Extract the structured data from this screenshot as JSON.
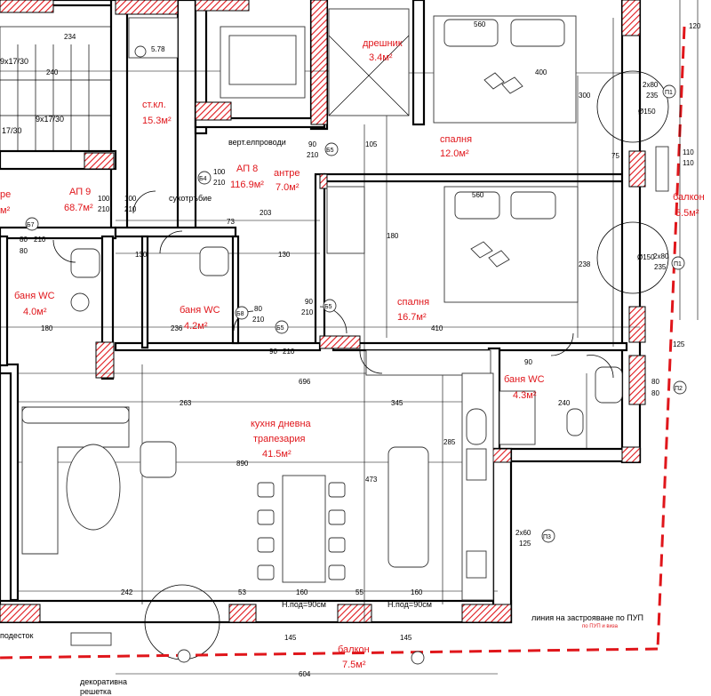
{
  "colors": {
    "room_label": "#e0161b",
    "wall_fill": "#ffffff",
    "column_hatch": "#e0161b",
    "boundary_line": "#e0161b"
  },
  "rooms": {
    "bedroom_top": {
      "name": "спалня",
      "area": "12.0м²"
    },
    "closet": {
      "name": "дрешник",
      "area": "3.4м²"
    },
    "antre": {
      "name": "антре",
      "area": "7.0м²"
    },
    "ap8": {
      "name": "АП 8",
      "area": "116.9м²"
    },
    "ap9": {
      "name": "АП 9",
      "area": "68.7м²"
    },
    "stair": {
      "name": "ст.кл.",
      "area": "15.3м²"
    },
    "bath_left": {
      "name": "баня WC",
      "area": "4.0м²"
    },
    "bath_mid": {
      "name": "баня WC",
      "area": "4.2м²"
    },
    "bedroom_mid": {
      "name": "спалня",
      "area": "16.7м²"
    },
    "bath_right": {
      "name": "баня WC",
      "area": "4.3м²"
    },
    "living": {
      "name_line1": "кухня дневна",
      "name_line2": "трапезария",
      "area": "41.5м²"
    },
    "balcony_right": {
      "name": "балкон",
      "area": "5.5м²"
    },
    "balcony_bottom": {
      "name": "балкон",
      "area": "7.5м²"
    },
    "left_cut": {
      "name": "ре",
      "area": "м²"
    }
  },
  "notes": {
    "vert_cables": "верт.елпроводи",
    "dry_riser": "сухотръбие",
    "building_line": "линия на застрояване по ПУП",
    "building_line_sub": "по ПУП и виза",
    "landing": "подесток",
    "railing_1": "декоративна",
    "railing_2": "решетка",
    "sill_1": "Н.под=90см",
    "sill_2": "Н.под=90см",
    "stair_1": "9x17/30",
    "stair_2": "9x17/30",
    "stair_3": "17/30"
  },
  "openings": {
    "p1_top": {
      "size": "2x80",
      "h": "235",
      "tag": "П1"
    },
    "p1_mid": {
      "size": "2x80",
      "h": "235",
      "tag": "П1"
    },
    "p2": {
      "size": "80",
      "h": "80",
      "tag": "П2"
    },
    "p3": {
      "size": "2x60",
      "h": "125",
      "tag": "П3"
    },
    "b4": {
      "w": "100",
      "h": "210",
      "tag": "Б4"
    },
    "b5a": {
      "w": "90",
      "h": "210",
      "tag": "Б5"
    },
    "b5b": {
      "w": "90",
      "h": "210",
      "tag": "Б5"
    },
    "b5c": {
      "w": "90",
      "h": "210",
      "tag": "Б5"
    },
    "b7": {
      "w": "80",
      "h": "210",
      "tag": "Б7"
    },
    "b8": {
      "w": "80",
      "h": "210",
      "tag": "Б8"
    },
    "door_100a": {
      "w": "100",
      "h": "210"
    },
    "door_100b": {
      "w": "100",
      "h": "210"
    }
  },
  "dimensions": {
    "d120": "120",
    "d560a": "560",
    "d400": "400",
    "d300": "300",
    "d150a": "Ø150",
    "d110": "110",
    "d75": "75",
    "d560b": "560",
    "d410": "410",
    "d238": "238",
    "d150b": "Ø150",
    "d180a": "180",
    "d180b": "180",
    "d125": "125",
    "d130a": "130",
    "d130b": "130",
    "d73": "73",
    "d203": "203",
    "d696": "696",
    "d263": "263",
    "d345": "345",
    "d890": "890",
    "d473": "473",
    "d285": "285",
    "d242": "242",
    "d53": "53",
    "d160a": "160",
    "d55": "55",
    "d160b": "160",
    "d145a": "145",
    "d145b": "145",
    "d604": "604",
    "d236": "236",
    "d240": "240",
    "d90": "90",
    "d105": "105",
    "d234": "234",
    "d240b": "240",
    "d278": "5.78",
    "d110b": "110",
    "d80": "80"
  }
}
